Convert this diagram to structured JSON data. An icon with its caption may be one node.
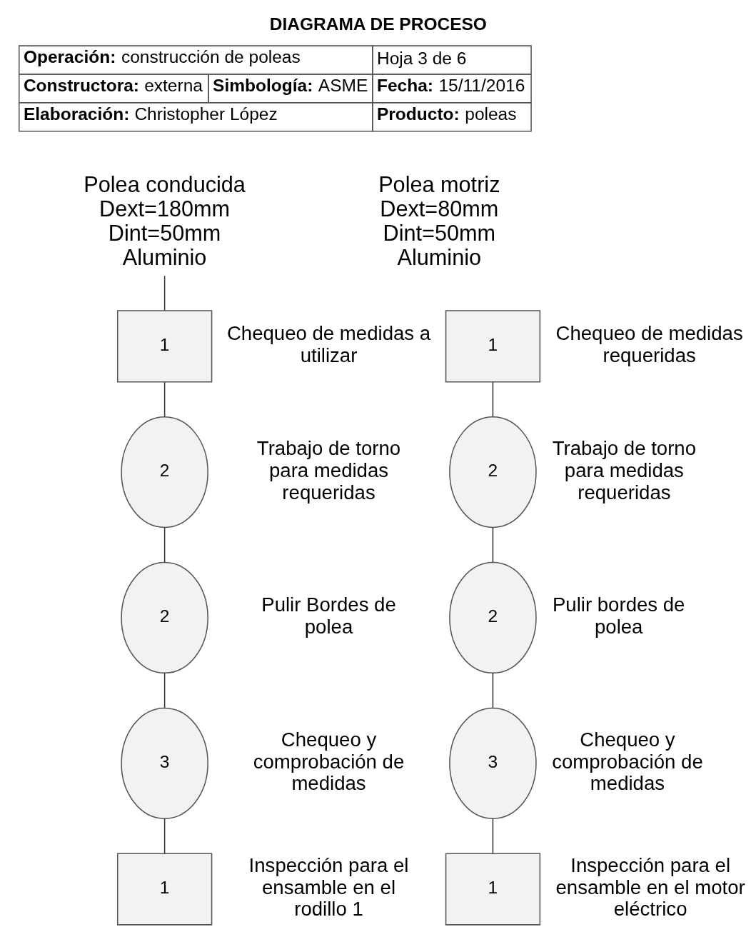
{
  "diagram": {
    "title": "DIAGRAMA DE PROCESO",
    "nodes": [
      {
        "text": [
          "Polea conducida",
          "Dext=180mm",
          "Dint=50mm",
          "Aluminio"
        ]
      },
      {
        "text": [
          "1"
        ],
        "beside": [
          "Chequeo de medidas a utilizar"
        ]
      },
      {
        "text": [
          "2"
        ],
        "beside": [
          "Trabajo de torno para medidas requeridas"
        ]
      },
      {
        "text": [
          "2"
        ],
        "beside": [
          "Pulir Bordes de polea"
        ]
      },
      {
        "text": [
          "3"
        ],
        "beside": [
          "Chequeo y comprobación de medidas"
        ]
      },
      {
        "text": [
          "1"
        ],
        "beside": [
          "Inspección para el ensamble en el rodillo 1"
        ]
      },
      {
        "text": [
          "1"
        ],
        "beside": [
          "Chequeo de medidas requeridas"
        ]
      },
      {
        "text": [
          "2"
        ],
        "beside": [
          "Trabajo de torno para medidas requeridas"
        ]
      },
      {
        "text": [
          "2"
        ],
        "beside": [
          "Pulir bordes de polea"
        ]
      },
      {
        "text": [
          "3"
        ],
        "beside": [
          "Chequeo y comprobación de medidas"
        ]
      },
      {
        "text": [
          "1"
        ],
        "beside": [
          "Inspección para el ensamble en el motor eléctrico"
        ]
      }
    ],
    "edges": [
      {
        "from": 0,
        "to": 1,
        "arrow": "none"
      },
      {
        "from": 1,
        "to": 2,
        "arrow": "none"
      },
      {
        "from": 2,
        "to": 3,
        "arrow": "none"
      },
      {
        "from": 3,
        "to": 4,
        "arrow": "none"
      },
      {
        "from": 4,
        "to": 5,
        "arrow": "none"
      },
      {
        "from": 6,
        "to": 7,
        "arrow": "none"
      },
      {
        "from": 7,
        "to": 8,
        "arrow": "none"
      },
      {
        "from": 8,
        "to": 9,
        "arrow": "none"
      },
      {
        "from": 9,
        "to": 10,
        "arrow": "none"
      }
    ],
    "labels": [
      "**Operación:** construcción de poleas",
      "Hoja 3 de 6",
      "**Constructora:** externa",
      "**Simbología:** ASME",
      "**Fecha:** 15/11/2016",
      "**Elaboración:** Christopher López",
      "**Producto:** poleas",
      "Polea motriz",
      "Dext=80mm",
      "Dint=50mm",
      "Aluminio"
    ]
  }
}
